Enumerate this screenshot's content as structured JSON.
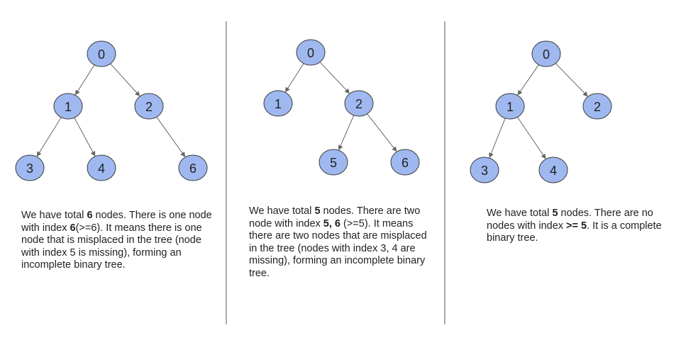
{
  "colors": {
    "node_fill": "#9fb9f0",
    "node_stroke": "#3a3a3a",
    "edge": "#666666",
    "divider": "#555555",
    "text": "#222222"
  },
  "panels": [
    {
      "nodes": [
        "0",
        "1",
        "2",
        "3",
        "4",
        "6"
      ],
      "edges": [
        [
          "0",
          "1"
        ],
        [
          "0",
          "2"
        ],
        [
          "1",
          "3"
        ],
        [
          "1",
          "4"
        ],
        [
          "2",
          "6"
        ]
      ],
      "caption": {
        "p1": "We have total ",
        "b1": "6",
        "p2": " nodes. There is one node with index ",
        "b2": "6",
        "p3": "(>=6). It means there is one node that is misplaced in the tree (node with index 5 is missing), forming an incomplete binary tree."
      }
    },
    {
      "nodes": [
        "0",
        "1",
        "2",
        "5",
        "6"
      ],
      "edges": [
        [
          "0",
          "1"
        ],
        [
          "0",
          "2"
        ],
        [
          "2",
          "5"
        ],
        [
          "2",
          "6"
        ]
      ],
      "caption": {
        "p1": "We have total ",
        "b1": "5",
        "p2": " nodes. There are two node with index ",
        "b2": "5, 6",
        "p3": " (>=5). It means there are two nodes that are misplaced in the tree (nodes with index 3, 4 are missing), forming an incomplete binary tree."
      }
    },
    {
      "nodes": [
        "0",
        "1",
        "2",
        "3",
        "4"
      ],
      "edges": [
        [
          "0",
          "1"
        ],
        [
          "0",
          "2"
        ],
        [
          "1",
          "3"
        ],
        [
          "1",
          "4"
        ]
      ],
      "caption": {
        "p1": "We have total ",
        "b1": "5",
        "p2": " nodes. There are no nodes with index ",
        "b2": ">= 5",
        "p3": ". It is a complete binary tree."
      }
    }
  ]
}
